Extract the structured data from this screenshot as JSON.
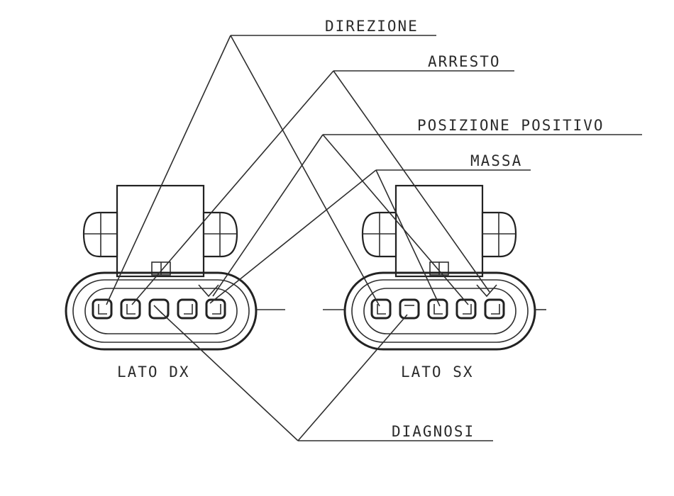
{
  "labels": {
    "direzione": "DIREZIONE",
    "arresto": "ARRESTO",
    "posizione_positivo": "POSIZIONE POSITIVO",
    "massa": "MASSA",
    "diagnosi": "DIAGNOSI"
  },
  "connectors": {
    "right_side": "LATO DX",
    "left_side": "LATO SX"
  }
}
